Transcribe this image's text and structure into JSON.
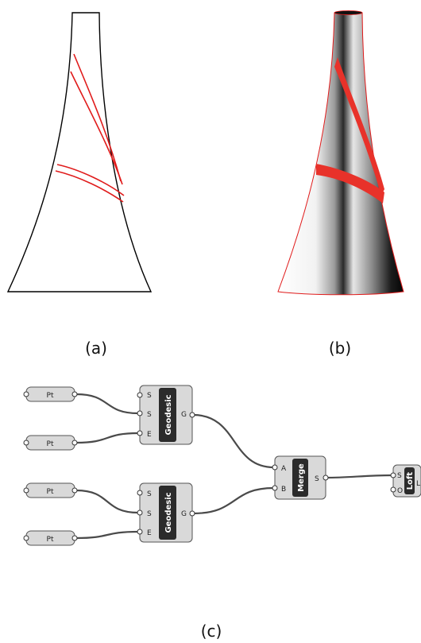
{
  "captions": {
    "a": "(a)",
    "b": "(b)",
    "c": "(c)"
  },
  "colors": {
    "curve": "#e01b1b",
    "outline": "#000000",
    "wire": "#4a4a4a",
    "component": "#d9d9d9"
  },
  "graph": {
    "point_label": "Pt",
    "geodesic": {
      "name": "Geodesic",
      "inputs": [
        "S",
        "S",
        "E"
      ],
      "output": "G"
    },
    "merge": {
      "name": "Merge",
      "inputs": [
        "A",
        "B"
      ],
      "output": "S"
    },
    "loft": {
      "name": "Loft",
      "inputs": [
        "S",
        "O"
      ],
      "output": "L"
    }
  }
}
